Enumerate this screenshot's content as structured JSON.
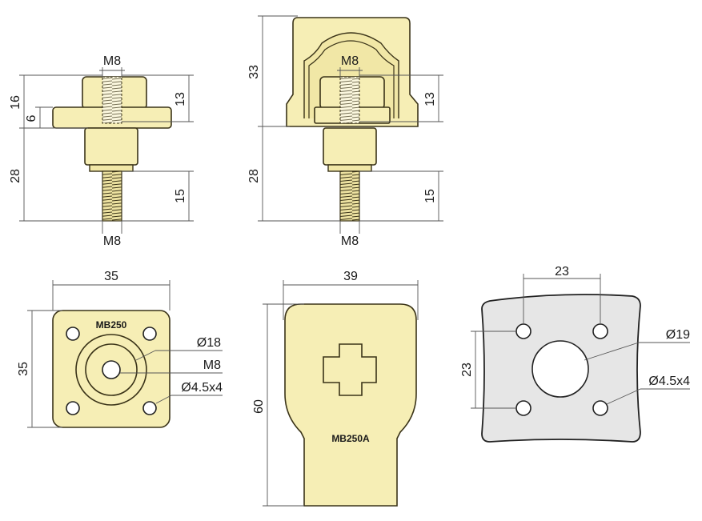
{
  "dimensions": {
    "m8_top_left": "M8",
    "m8_bottom_left": "M8",
    "m8_top_mid": "M8",
    "m8_bottom_mid": "M8",
    "d16": "16",
    "d6": "6",
    "d28_left": "28",
    "d13_left": "13",
    "d15_left": "15",
    "d33": "33",
    "d28_mid": "28",
    "d13_mid": "13",
    "d15_mid": "15",
    "d35_w": "35",
    "d35_h": "35",
    "dia18": "Ø18",
    "m8_label": "M8",
    "dia45_left": "Ø4.5x4",
    "d39": "39",
    "d60": "60",
    "d23_w": "23",
    "d23_h": "23",
    "dia19": "Ø19",
    "dia45_right": "Ø4.5x4"
  },
  "labels": {
    "mb250": "MB250",
    "mb250a": "MB250A"
  },
  "colors": {
    "part_fill": "#f6eeb5",
    "plate_fill": "#e6e6e6",
    "outline": "#3a3318"
  }
}
